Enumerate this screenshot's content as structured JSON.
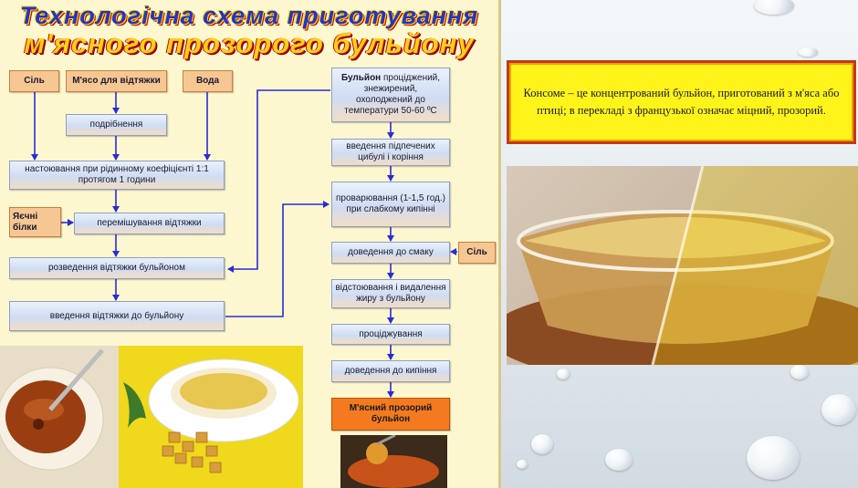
{
  "title": {
    "line1": "Технологічна схема приготування",
    "line2": "м'ясного прозорого бульйону"
  },
  "flow": {
    "sil_top": "Сіль",
    "meat": "М'ясо для відтяжки",
    "water": "Вода",
    "chopping": "подрібнення",
    "infusion": "настоювання при рідинному коефіцієнті 1:1 протягом 1 години",
    "egg_whites": "Яєчні білки",
    "mixing": "перемішування відтяжки",
    "dilution": "розведення відтяжки бульйоном",
    "introduction": "введення відтяжки до бульйону",
    "broth_label": "Бульйон",
    "broth_rest": " проціджений, знежирений, охолоджений до температури 50-60 ºС",
    "onion": "введення підпечених цибулі і коріння",
    "boiling": "проварювання (1-1,5 год.) при слабкому кипінні",
    "taste": "доведення до смаку",
    "sil_right": "Сіль",
    "settling": "відстоювання і видалення жиру з бульйону",
    "straining": "проціджування",
    "boil_final": "доведення до кипіння",
    "result": "М'ясний прозорий бульйон"
  },
  "definition": "Консоме – це концентрований бульйон, приготований з м'яса або птиці;  в перекладі з французької означає міцний, прозорий.",
  "colors": {
    "arrow": "#2b2bd6",
    "final_box": "#f47a1f",
    "definition_bg": "#fff41a"
  }
}
